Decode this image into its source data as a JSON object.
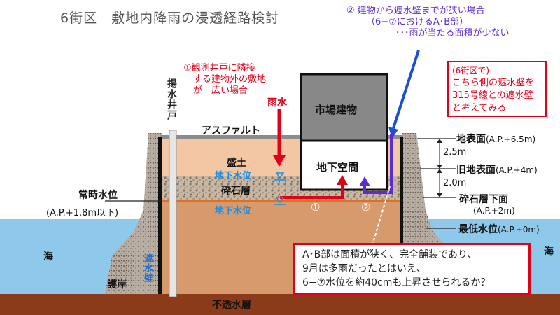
{
  "title": "6街区　敷地内降雨の浸透経路検討",
  "case1": {
    "lines": [
      "①観測井戸に隣接",
      "する建物外の敷地",
      "が　広い場合"
    ]
  },
  "case2": {
    "lines": [
      "② 建物から遮水壁までが狭い場合",
      "（6−⑦におけるA･B部）",
      "･･･雨が当たる面積が少ない"
    ]
  },
  "red_note": {
    "line1": "(6街区で)",
    "lines": [
      "こちら側の遮水壁を",
      "315号線との遮水壁",
      "と考えてみる"
    ]
  },
  "question": {
    "lines": [
      "A･B部は面積が狭く、完全舗装であり、",
      "9月は多雨だったとはいえ、",
      "6−⑦水位を約40cmも上昇させられるか？"
    ]
  },
  "labels": {
    "well": "揚水井戸",
    "market_building": "市場建物",
    "basement": "地下空間",
    "asphalt": "アスファルト",
    "rain": "雨水",
    "fill": "盛土",
    "groundwater_1": "地下水位",
    "gravel": "砕石層",
    "groundwater_2": "地下水位",
    "path1": "①",
    "path2": "②",
    "normal_level": "常時水位",
    "normal_level_ap": "(A.P.+1.8m以下)",
    "sea_left": "海",
    "sea_right": "海",
    "seawall": "護岸",
    "cutoff_wall": "遮水壁",
    "impermeable": "不透水層"
  },
  "levels": {
    "ground": {
      "name": "地表面",
      "ap": "(A.P.+6.5m)"
    },
    "old_ground": {
      "name": "旧地表面",
      "ap": "(A.P.+4m)"
    },
    "gravel_bottom": {
      "name": "砕石層下面",
      "ap": "(A.P.+2m)"
    },
    "lowest_water": {
      "name": "最低水位",
      "ap": "(A.P.+0m)"
    },
    "dim_upper": "2.5m",
    "dim_lower": "2.0m"
  },
  "colors": {
    "title": "#555555",
    "red": "#e0001a",
    "violet": "#5b2bd6",
    "water_label": "#1e8fe0",
    "sea": "#8ec9ec",
    "fill_soil": "#f3c7a3",
    "lower_soil": "#d79a6d",
    "impermeable_layer": "#8b3a1a",
    "building": "#888888"
  }
}
